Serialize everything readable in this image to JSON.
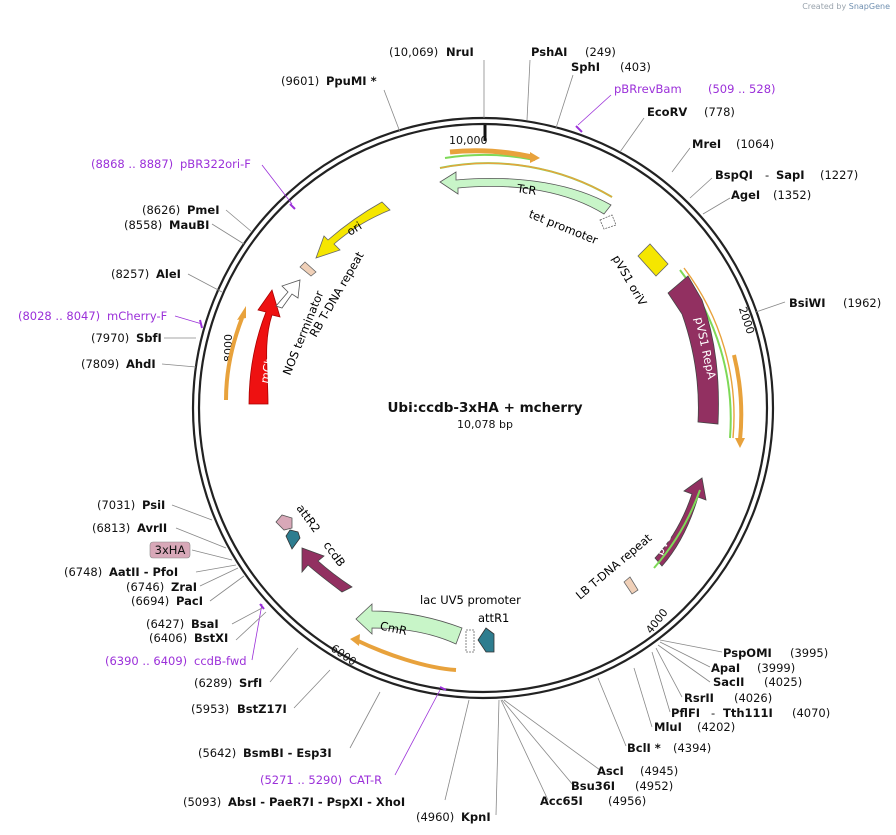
{
  "credit": {
    "prefix": "Created by",
    "brand": "SnapGene"
  },
  "plasmid": {
    "name": "Ubi:ccdb-3xHA + mcherry",
    "length_label": "10,078 bp",
    "length": 10078
  },
  "ticks": [
    {
      "text": "10,000",
      "pos": 10000
    },
    {
      "text": "2000",
      "pos": 2000
    },
    {
      "text": "4000",
      "pos": 4000
    },
    {
      "text": "6000",
      "pos": 6000
    },
    {
      "text": "8000",
      "pos": 8000
    }
  ],
  "sites": [
    {
      "name": "NruI",
      "pos": "(10,069)"
    },
    {
      "name": "PshAI",
      "pos": "(249)"
    },
    {
      "name": "SphI",
      "pos": "(403)"
    },
    {
      "name": "pBRrevBam",
      "pos": "(509 .. 528)",
      "primer": true
    },
    {
      "name": "EcoRV",
      "pos": "(778)"
    },
    {
      "name": "MreI",
      "pos": "(1064)"
    },
    {
      "name": "BspQI",
      "sep": "-",
      "name2": "SapI",
      "pos": "(1227)"
    },
    {
      "name": "AgeI",
      "pos": "(1352)"
    },
    {
      "name": "BsiWI",
      "pos": "(1962)"
    },
    {
      "name": "PspOMI",
      "pos": "(3995)"
    },
    {
      "name": "ApaI",
      "pos": "(3999)"
    },
    {
      "name": "SacII",
      "pos": "(4025)"
    },
    {
      "name": "RsrII",
      "pos": "(4026)"
    },
    {
      "name": "PflFI",
      "sep": "-",
      "name2": "Tth111I",
      "pos": "(4070)"
    },
    {
      "name": "MluI",
      "pos": "(4202)"
    },
    {
      "name": "BclI *",
      "pos": "(4394)"
    },
    {
      "name": "AscI",
      "pos": "(4945)"
    },
    {
      "name": "Bsu36I",
      "pos": "(4952)"
    },
    {
      "name": "Acc65I",
      "pos": "(4956)"
    },
    {
      "name": "KpnI",
      "pos": "(4960)"
    },
    {
      "name": "AbsI - PaeR7I - PspXI - XhoI",
      "pos": "(5093)"
    },
    {
      "name": "CAT-R",
      "pos": "(5271 .. 5290)",
      "primer": true
    },
    {
      "name": "BsmBI - Esp3I",
      "pos": "(5642)"
    },
    {
      "name": "BstZ17I",
      "pos": "(5953)"
    },
    {
      "name": "SrfI",
      "pos": "(6289)"
    },
    {
      "name": "ccdB-fwd",
      "pos": "(6390 .. 6409)",
      "primer": true
    },
    {
      "name": "BstXI",
      "pos": "(6406)"
    },
    {
      "name": "BsaI",
      "pos": "(6427)"
    },
    {
      "name": "PacI",
      "pos": "(6694)"
    },
    {
      "name": "ZraI",
      "pos": "(6746)"
    },
    {
      "name": "AatII - PfoI",
      "pos": "(6748)"
    },
    {
      "name": "3xHA",
      "pos": ""
    },
    {
      "name": "AvrII",
      "pos": "(6813)"
    },
    {
      "name": "PsiI",
      "pos": "(7031)"
    },
    {
      "name": "AhdI",
      "pos": "(7809)"
    },
    {
      "name": "SbfI",
      "pos": "(7970)"
    },
    {
      "name": "mCherry-F",
      "pos": "(8028 .. 8047)",
      "primer": true
    },
    {
      "name": "AleI",
      "pos": "(8257)"
    },
    {
      "name": "MauBI",
      "pos": "(8558)"
    },
    {
      "name": "PmeI",
      "pos": "(8626)"
    },
    {
      "name": "pBR322ori-F",
      "pos": "(8868 .. 8887)",
      "primer": true
    },
    {
      "name": "PpuMI *",
      "pos": "(9601)"
    }
  ],
  "features": [
    {
      "name": "TcR",
      "color": "#c8f5c8"
    },
    {
      "name": "tet promoter",
      "color": "#ffffff"
    },
    {
      "name": "pVS1 oriV",
      "color": "#f5e600"
    },
    {
      "name": "pVS1 RepA",
      "color": "#923061"
    },
    {
      "name": "pVS1 StaA",
      "color": "#923061"
    },
    {
      "name": "LB T-DNA repeat",
      "color": "#f0d0b8"
    },
    {
      "name": "attR1",
      "color": "#2e7d8f"
    },
    {
      "name": "lac UV5 promoter",
      "color": "#ffffff"
    },
    {
      "name": "CmR",
      "color": "#c8f5c8"
    },
    {
      "name": "ccdB",
      "color": "#923061"
    },
    {
      "name": "attR2",
      "color": "#2e7d8f"
    },
    {
      "name": "3xHA",
      "color": "#d8a8b8"
    },
    {
      "name": "mCherry",
      "color": "#ee1111"
    },
    {
      "name": "NOS terminator",
      "color": "#ffffff"
    },
    {
      "name": "RB T-DNA repeat",
      "color": "#f0d0b8"
    },
    {
      "name": "ori",
      "color": "#f5e600"
    }
  ],
  "colors": {
    "primer": "#9b30d9",
    "orf": "#e8a23c",
    "highlight": "#7ed957",
    "backbone": "#222222"
  }
}
